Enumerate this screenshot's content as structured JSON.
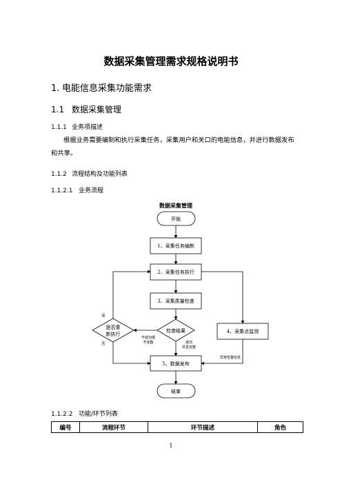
{
  "doc": {
    "title": "数据采集管理需求规格说明书",
    "h1": {
      "num": "1.",
      "text": "电能信息采集功能需求"
    },
    "h2": {
      "num": "1.1",
      "text": "数据采集管理"
    },
    "h3_1": {
      "num": "1.1.1",
      "text": "业务项描述"
    },
    "paragraph": "根据业务需要编制和执行采集任务，采集用户和关口的电能信息，并进行数据发布和共享。",
    "h3_2": {
      "num": "1.1.2",
      "text": "流程结构及功能列表"
    },
    "h4_1": {
      "num": "1.1.2.1",
      "text": "业务流程"
    },
    "h4_2": {
      "num": "1.1.2.2",
      "text": "功能/环节列表"
    },
    "page_number": "1"
  },
  "flowchart": {
    "title": "数据采集管理",
    "start": "开始",
    "step1": "1、采集任务编制",
    "step2": "2、采集任务执行",
    "step3": "3、采集质量检查",
    "decision_check": "检查结果",
    "decision_reexec_line1": "是否重",
    "decision_reexec_line2": "新执行",
    "step4": "4、采集点监测",
    "step5": "5、数据发布",
    "end": "结束",
    "label_yes": "是",
    "label_no": "否",
    "label_fail_line1": "不成功或",
    "label_fail_line2": "不完整",
    "label_success_line1": "成功",
    "label_success_line2": "并且完整",
    "label_alarm": "异常告警信息"
  },
  "table": {
    "headers": [
      "编号",
      "流程环节",
      "环节描述",
      "角色"
    ]
  }
}
